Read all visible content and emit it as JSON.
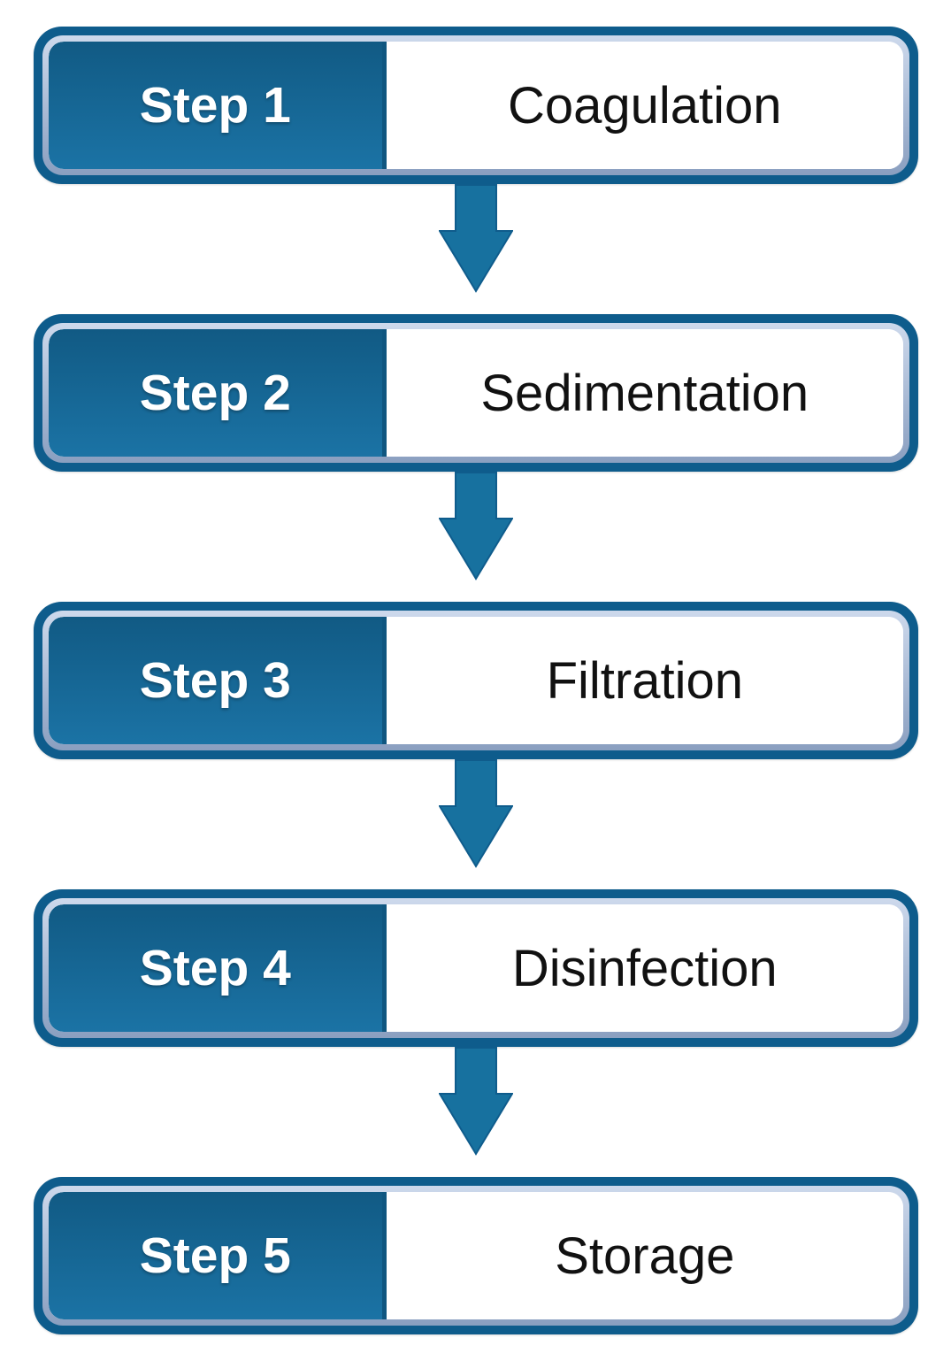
{
  "diagram": {
    "type": "flowchart",
    "direction": "top-down",
    "steps": [
      {
        "step": "Step 1",
        "label": "Coagulation"
      },
      {
        "step": "Step 2",
        "label": "Sedimentation"
      },
      {
        "step": "Step 3",
        "label": "Filtration"
      },
      {
        "step": "Step 4",
        "label": "Disinfection"
      },
      {
        "step": "Step 5",
        "label": "Storage"
      }
    ],
    "connector": "down-arrow",
    "colors": {
      "outer_border": "#0e5c8c",
      "frame_top": "#cdd9ec",
      "frame_bottom": "#8a9fc0",
      "panel_top": "#115a84",
      "panel_bottom": "#1b73a5",
      "divider": "#0f5680",
      "arrow_fill": "#17719f",
      "arrow_stroke": "#0f5c8c",
      "step_text": "#ffffff",
      "label_text": "#111111"
    }
  }
}
